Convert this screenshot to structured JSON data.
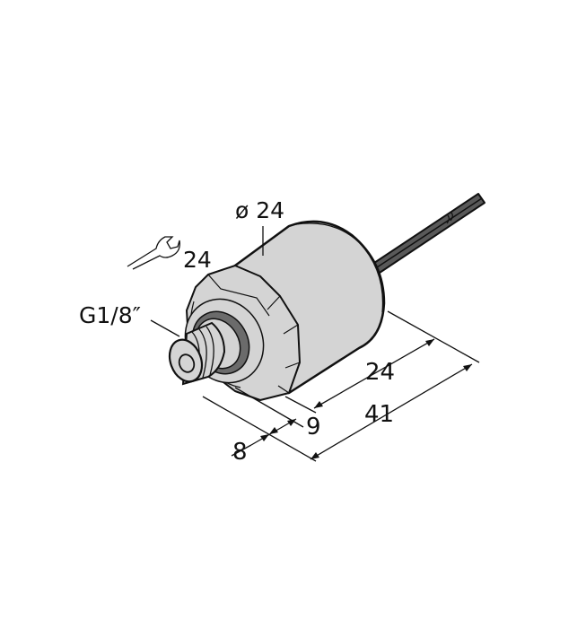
{
  "drawing": {
    "type": "dimensional drawing",
    "subject": "pressure sensor with cable",
    "colors": {
      "body": "#d4d4d4",
      "outline": "#111111",
      "cable": "#595959",
      "seal": "#6b6b6b",
      "background": "#ffffff"
    },
    "labels": {
      "diameter": "ø 24",
      "wrench_size": "24",
      "thread": "G1/8″",
      "body_length": "24",
      "total_length": "41",
      "hex_length": "9",
      "thread_length": "8"
    },
    "icons": {
      "wrench": "wrench-icon"
    }
  }
}
